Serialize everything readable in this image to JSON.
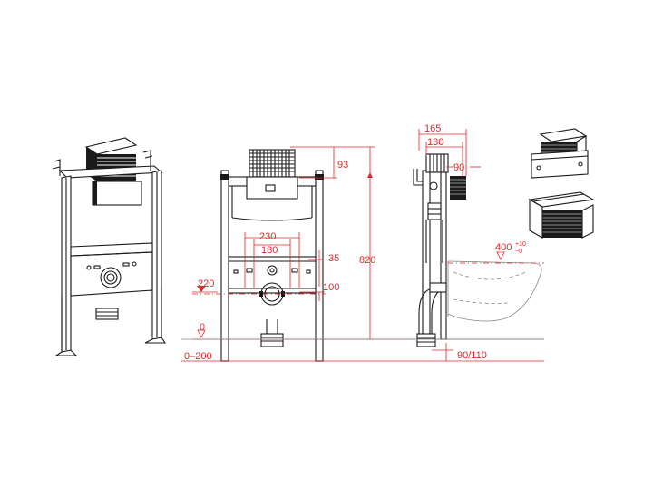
{
  "colors": {
    "dimension": "#e0262a",
    "outline": "#1a1a1a",
    "guide": "#888888",
    "background": "#ffffff"
  },
  "front_view": {
    "dim_total_height": "820",
    "dim_top": "93",
    "dim_width_outer": "230",
    "dim_width_inner": "180",
    "dim_small": "35",
    "dim_drain_offset": "100",
    "dim_drain_height": "220",
    "dim_floor_level": "0",
    "dim_adjust_range": "0–200"
  },
  "side_view": {
    "dim_depth_outer": "165",
    "dim_depth_inner": "130",
    "dim_depth_small": "90",
    "dim_pan_height": "400",
    "dim_pan_tol_plus": "+10",
    "dim_pan_tol_minus": "−0",
    "dim_pipe": "90/110"
  },
  "icons": [
    "frame-3d-icon",
    "cistern-module-icon",
    "drain-elbow-icon",
    "wall-hung-bowl-icon"
  ]
}
